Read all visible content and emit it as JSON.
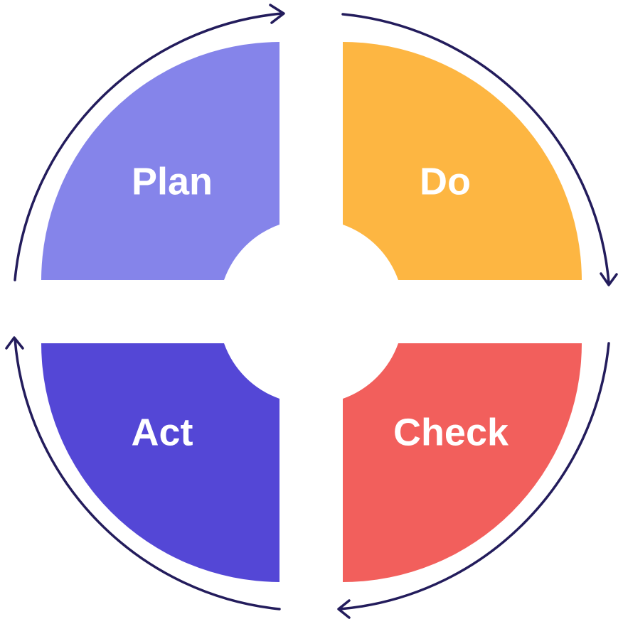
{
  "diagram": {
    "quadrants": [
      {
        "key": "plan",
        "label": "Plan",
        "color": "#8584ea"
      },
      {
        "key": "do",
        "label": "Do",
        "color": "#fdb642"
      },
      {
        "key": "check",
        "label": "Check",
        "color": "#f25f5c"
      },
      {
        "key": "act",
        "label": "Act",
        "color": "#5447d6"
      }
    ],
    "cycle_direction": "clockwise",
    "arrow_color": "#231c5c",
    "background": "#ffffff"
  }
}
